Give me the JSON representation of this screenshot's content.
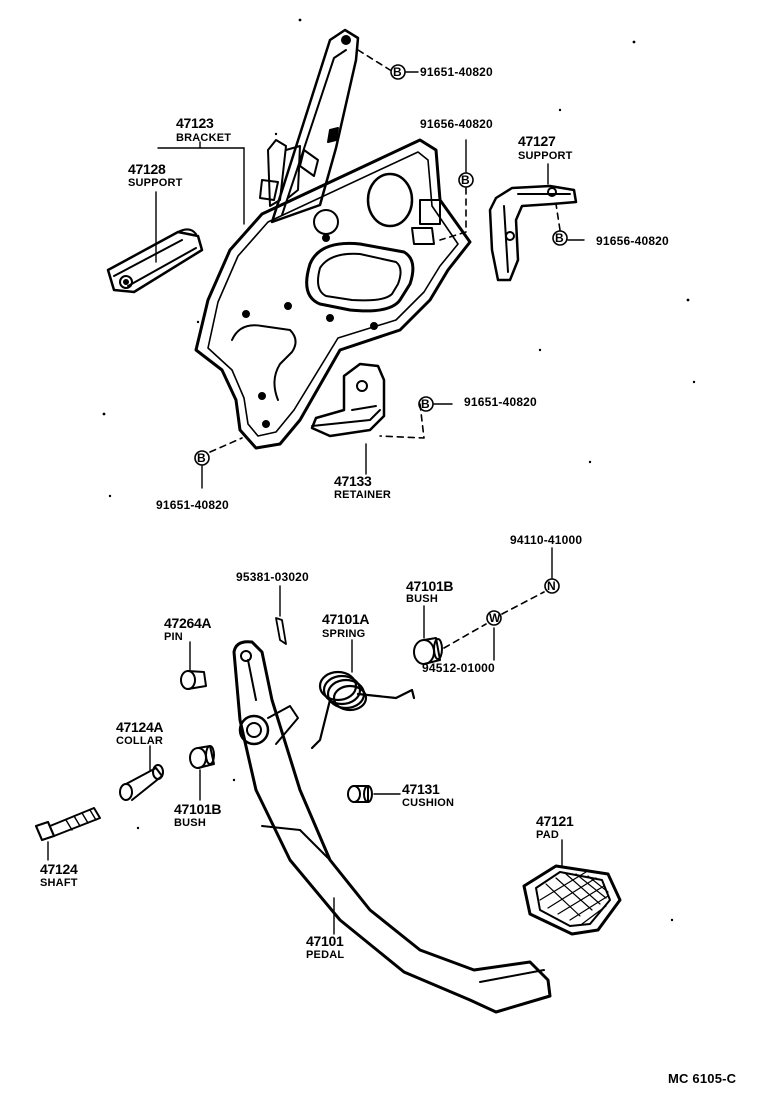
{
  "diagram": {
    "footer_code": "MC 6105-C",
    "callouts": [
      {
        "id": "c01",
        "number": "91651-40820",
        "name": ""
      },
      {
        "id": "c02",
        "number": "47123",
        "name": "BRACKET"
      },
      {
        "id": "c03",
        "number": "47128",
        "name": "SUPPORT"
      },
      {
        "id": "c04",
        "number": "91656-40820",
        "name": ""
      },
      {
        "id": "c05",
        "number": "47127",
        "name": "SUPPORT"
      },
      {
        "id": "c06",
        "number": "91656-40820",
        "name": ""
      },
      {
        "id": "c07",
        "number": "91651-40820",
        "name": ""
      },
      {
        "id": "c08",
        "number": "47133",
        "name": "RETAINER"
      },
      {
        "id": "c09",
        "number": "91651-40820",
        "name": ""
      },
      {
        "id": "c10",
        "number": "94110-41000",
        "name": ""
      },
      {
        "id": "c11",
        "number": "95381-03020",
        "name": ""
      },
      {
        "id": "c12",
        "number": "47101B",
        "name": "BUSH"
      },
      {
        "id": "c13",
        "number": "47264A",
        "name": "PIN"
      },
      {
        "id": "c14",
        "number": "47101A",
        "name": "SPRING"
      },
      {
        "id": "c15",
        "number": "94512-01000",
        "name": ""
      },
      {
        "id": "c16",
        "number": "47124A",
        "name": "COLLAR"
      },
      {
        "id": "c17",
        "number": "47131",
        "name": "CUSHION"
      },
      {
        "id": "c18",
        "number": "47101B",
        "name": "BUSH"
      },
      {
        "id": "c19",
        "number": "47121",
        "name": "PAD"
      },
      {
        "id": "c20",
        "number": "47124",
        "name": "SHAFT"
      },
      {
        "id": "c21",
        "number": "47101",
        "name": "PEDAL"
      }
    ],
    "symbols": {
      "bolt_marker": "B",
      "nut_marker": "N",
      "washer_marker": "W"
    }
  }
}
